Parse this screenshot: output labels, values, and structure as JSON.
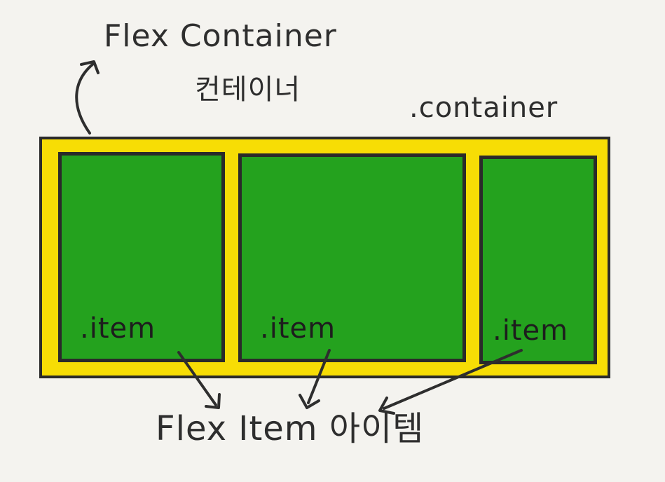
{
  "diagram": {
    "title": "Flex Container",
    "subtitle": "컨테이너",
    "container_label": ".container",
    "items": [
      {
        "label": ".item"
      },
      {
        "label": ".item"
      },
      {
        "label": ".item"
      }
    ],
    "bottom_label": "Flex Item 아이템"
  },
  "colors": {
    "background": "#f4f3ef",
    "container_fill": "#f7dd05",
    "item_fill": "#24a21e",
    "outline": "#2a2a2a"
  }
}
